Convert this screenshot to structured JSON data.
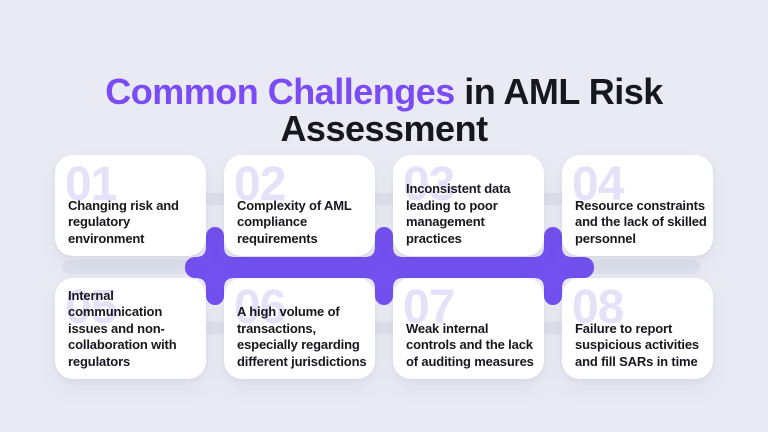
{
  "title": {
    "highlight": "Common Challenges",
    "rest": " in AML Risk Assessment"
  },
  "cards": [
    {
      "number": "01",
      "text": "Changing risk and regulatory environment"
    },
    {
      "number": "02",
      "text": "Complexity of AML compliance requirements"
    },
    {
      "number": "03",
      "text": "Inconsistent data leading to poor management practices"
    },
    {
      "number": "04",
      "text": "Resource constraints and the lack of skilled personnel"
    },
    {
      "number": "05",
      "text": "Internal communication issues and non-collaboration with regulators"
    },
    {
      "number": "06",
      "text": "A high volume of transactions, especially regarding different jurisdictions"
    },
    {
      "number": "07",
      "text": "Weak internal controls and the lack of auditing measures"
    },
    {
      "number": "08",
      "text": "Failure to report suspicious activities and fill SARs in time"
    }
  ],
  "colors": {
    "background": "#e9eaf3",
    "accent_purple": "#7351f0",
    "title_purple": "#7b4cf5",
    "card_bg": "#ffffff",
    "number_tint": "#e5e1f8",
    "text_dark": "#17171f",
    "connector_gray": "#dde1ec"
  }
}
